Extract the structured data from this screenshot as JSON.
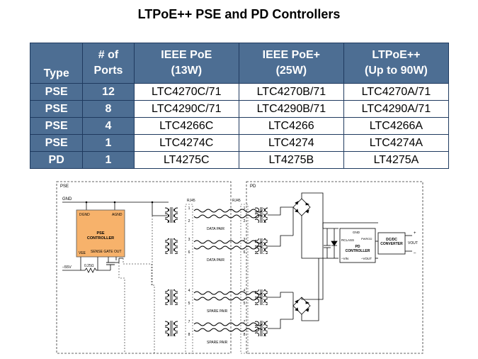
{
  "title": "LTPoE++ PSE and PD Controllers",
  "table": {
    "headers": [
      [
        "Type"
      ],
      [
        "# of",
        "Ports"
      ],
      [
        "IEEE PoE",
        "(13W)"
      ],
      [
        "IEEE PoE+",
        "(25W)"
      ],
      [
        "LTPoE++",
        "(Up to 90W)"
      ]
    ],
    "rows": [
      [
        "PSE",
        "12",
        "LTC4270C/71",
        "LTC4270B/71",
        "LTC4270A/71"
      ],
      [
        "PSE",
        "8",
        "LTC4290C/71",
        "LTC4290B/71",
        "LTC4290A/71"
      ],
      [
        "PSE",
        "4",
        "LTC4266C",
        "LTC4266",
        "LTC4266A"
      ],
      [
        "PSE",
        "1",
        "LTC4274C",
        "LTC4274",
        "LTC4274A"
      ],
      [
        "PD",
        "1",
        "LT4275C",
        "LT4275B",
        "LT4275A"
      ]
    ]
  },
  "diagram": {
    "pse_label": "PSE",
    "pd_label": "PD",
    "gnd": "GND",
    "neg_supply": "–55V",
    "pse_controller": [
      "PSE",
      "CONTROLLER"
    ],
    "dgnd": "DGND",
    "agnd": "AGND",
    "vee": "VEE",
    "pins": "SENSE GATE OUT",
    "sense_res": "0.25Ω",
    "rj45": "RJ45",
    "data_pair": "DATA PAIR",
    "spare_pair": "SPARE PAIR",
    "pins_left": [
      "1",
      "2",
      "3",
      "6",
      "4",
      "5",
      "7",
      "8"
    ],
    "pins_right": [
      "1",
      "2",
      "3",
      "6",
      "4",
      "5",
      "7",
      "8"
    ],
    "pd_controller": [
      "PD",
      "CONTROLLER"
    ],
    "pd_gnd": "GND",
    "rclass": "RCLASS",
    "pwrgd": "PWRGD",
    "vin": "–VIN",
    "vout": "–VOUT",
    "dcdc": [
      "DC/DC",
      "CONVERTER"
    ],
    "plus": "+",
    "minus": "–",
    "vout_label": "VOUT",
    "colors": {
      "pse_fill": "#f7b26b",
      "header": "#4d6e93"
    }
  }
}
